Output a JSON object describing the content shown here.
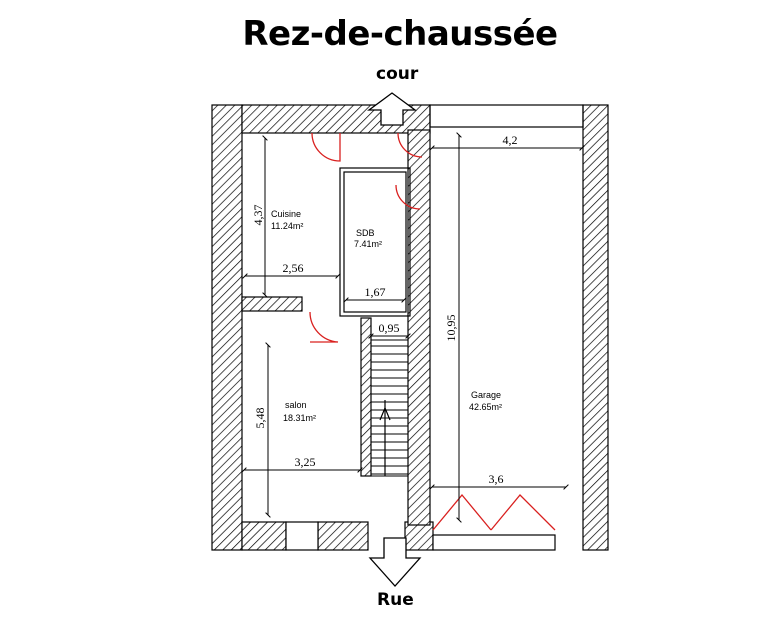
{
  "title": "Rez-de-chaussée",
  "directions": {
    "top": "cour",
    "bottom": "Rue"
  },
  "rooms": [
    {
      "id": "cuisine",
      "name": "Cuisine",
      "area": "11.24m²"
    },
    {
      "id": "sdb",
      "name": "SDB",
      "area": "7.41m²"
    },
    {
      "id": "salon",
      "name": "salon",
      "area": "18.31m²"
    },
    {
      "id": "garage",
      "name": "Garage",
      "area": "42.65m²"
    }
  ],
  "dimensions": {
    "cuisine_height": "4,37",
    "cuisine_width": "2,56",
    "sdb_width": "1,67",
    "stair_width": "0,95",
    "salon_height": "5,48",
    "salon_width": "3,25",
    "garage_top_width": "4,2",
    "garage_length": "10,95",
    "garage_bottom_width": "3,6"
  },
  "colors": {
    "wall_hatch": "#000000",
    "door": "#d9201f",
    "line": "#000000"
  }
}
